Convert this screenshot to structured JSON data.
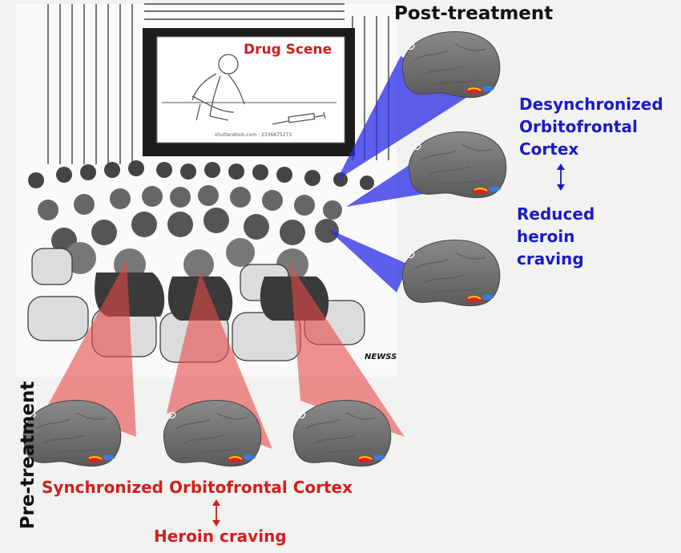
{
  "titles": {
    "post": "Post-treatment",
    "pre": "Pre-treatment"
  },
  "post_effects": {
    "line1": "Desynchronized",
    "line2": "Orbitofrontal",
    "line3": "Cortex",
    "craving1": "Reduced",
    "craving2": "heroin",
    "craving3": "craving"
  },
  "pre_effects": {
    "ofc": "Synchronized Orbitofrontal Cortex",
    "craving": "Heroin craving"
  },
  "screen": {
    "label": "Drug Scene",
    "watermark": "shutterstock.com · 2336675273"
  },
  "signature": "NEWSS",
  "colors": {
    "blue": "#1a1ac8",
    "red": "#d21e1e",
    "brain": "#6e6e6e",
    "blue_beam": "#2a2ae8",
    "red_beam": "#e84a4a"
  }
}
